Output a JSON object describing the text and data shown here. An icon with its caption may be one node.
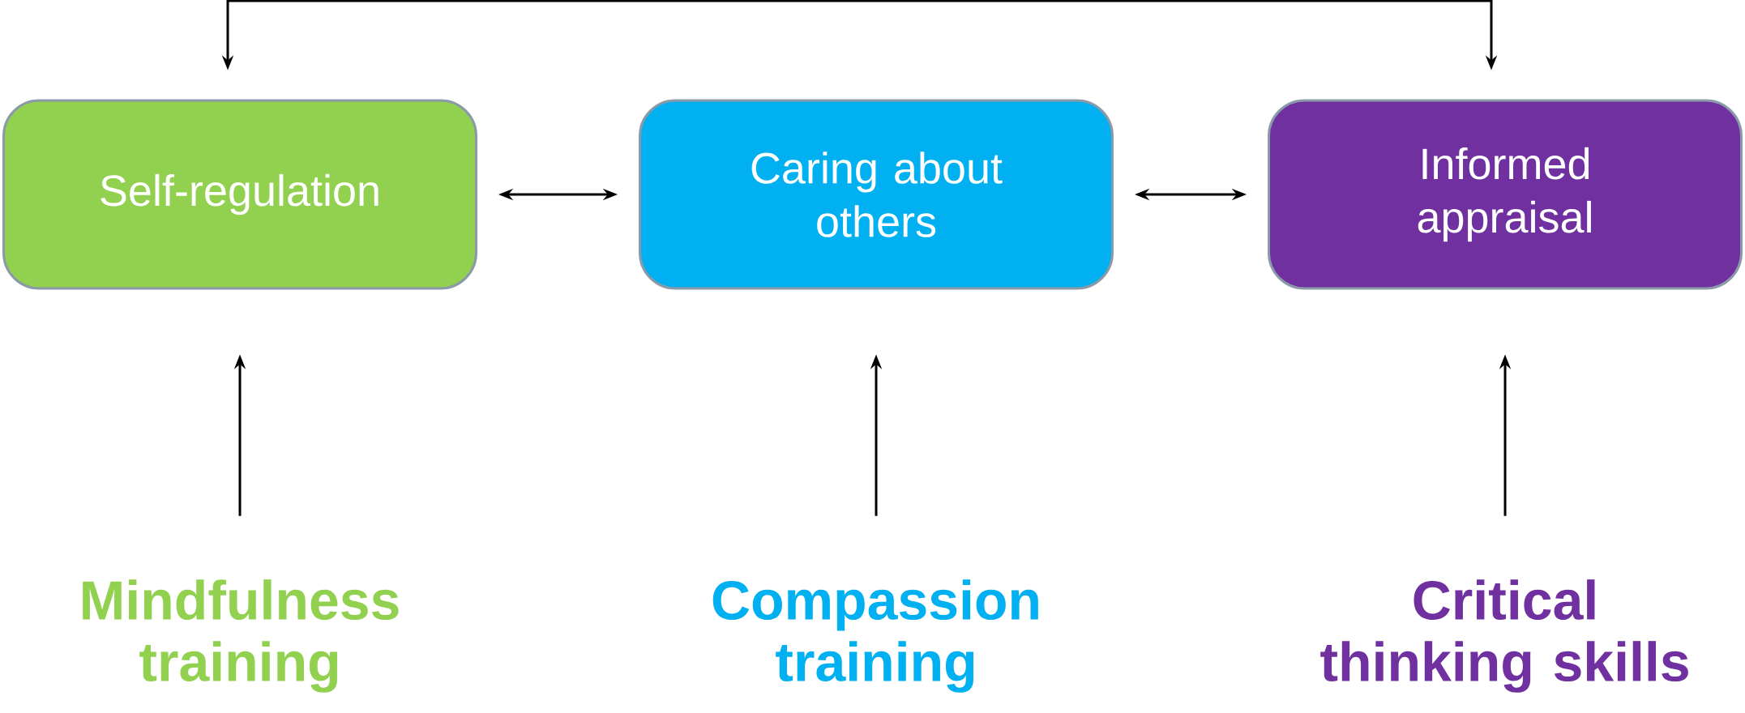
{
  "diagram": {
    "nodes": [
      {
        "text": [
          "Self-regulation"
        ]
      },
      {
        "text": [
          "Caring about others"
        ]
      },
      {
        "text": [
          "Informed appraisal"
        ]
      },
      {
        "text": [
          "Mindfulness training"
        ]
      },
      {
        "text": [
          "Compassion training"
        ]
      },
      {
        "text": [
          "Critical thinking skills"
        ]
      }
    ],
    "edges": [
      {
        "from": 0,
        "to": 2,
        "arrow": "both"
      },
      {
        "from": 0,
        "to": 1,
        "arrow": "both"
      },
      {
        "from": 1,
        "to": 2,
        "arrow": "both"
      },
      {
        "from": 3,
        "to": 0,
        "arrow": "to"
      },
      {
        "from": 4,
        "to": 1,
        "arrow": "to"
      },
      {
        "from": 5,
        "to": 2,
        "arrow": "to"
      }
    ]
  }
}
